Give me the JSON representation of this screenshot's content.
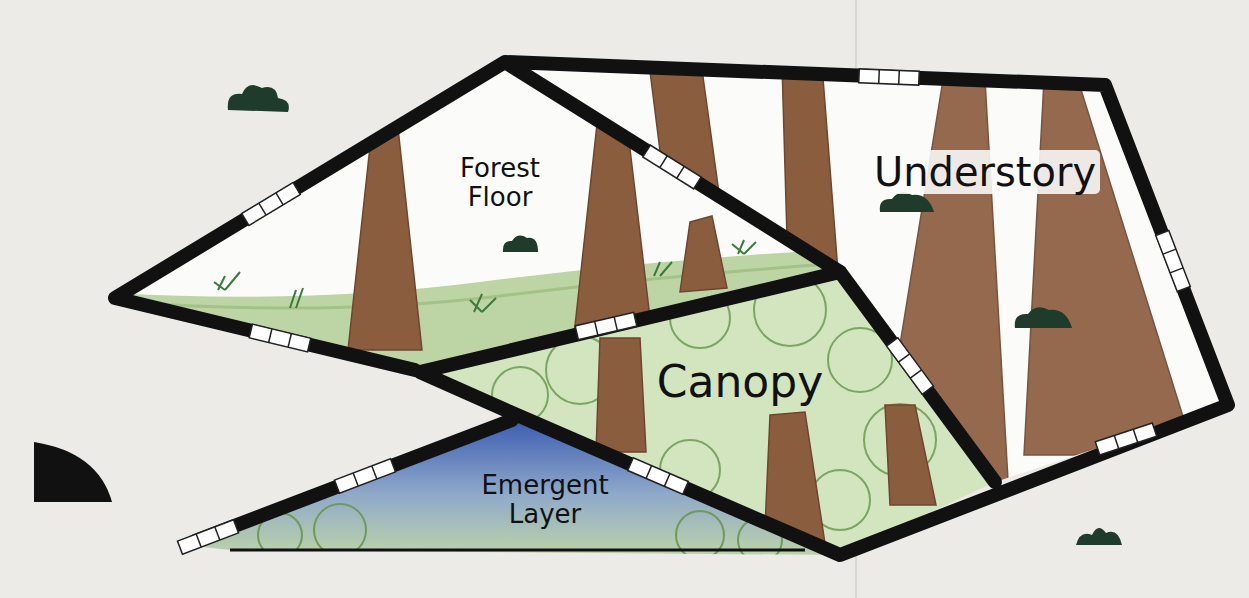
{
  "diagram": {
    "nodes": [
      {
        "text": [
          "Forest Floor"
        ]
      },
      {
        "text": [
          "Understory"
        ]
      },
      {
        "text": [
          "Canopy"
        ]
      },
      {
        "text": [
          "Emergent Layer"
        ]
      }
    ]
  }
}
